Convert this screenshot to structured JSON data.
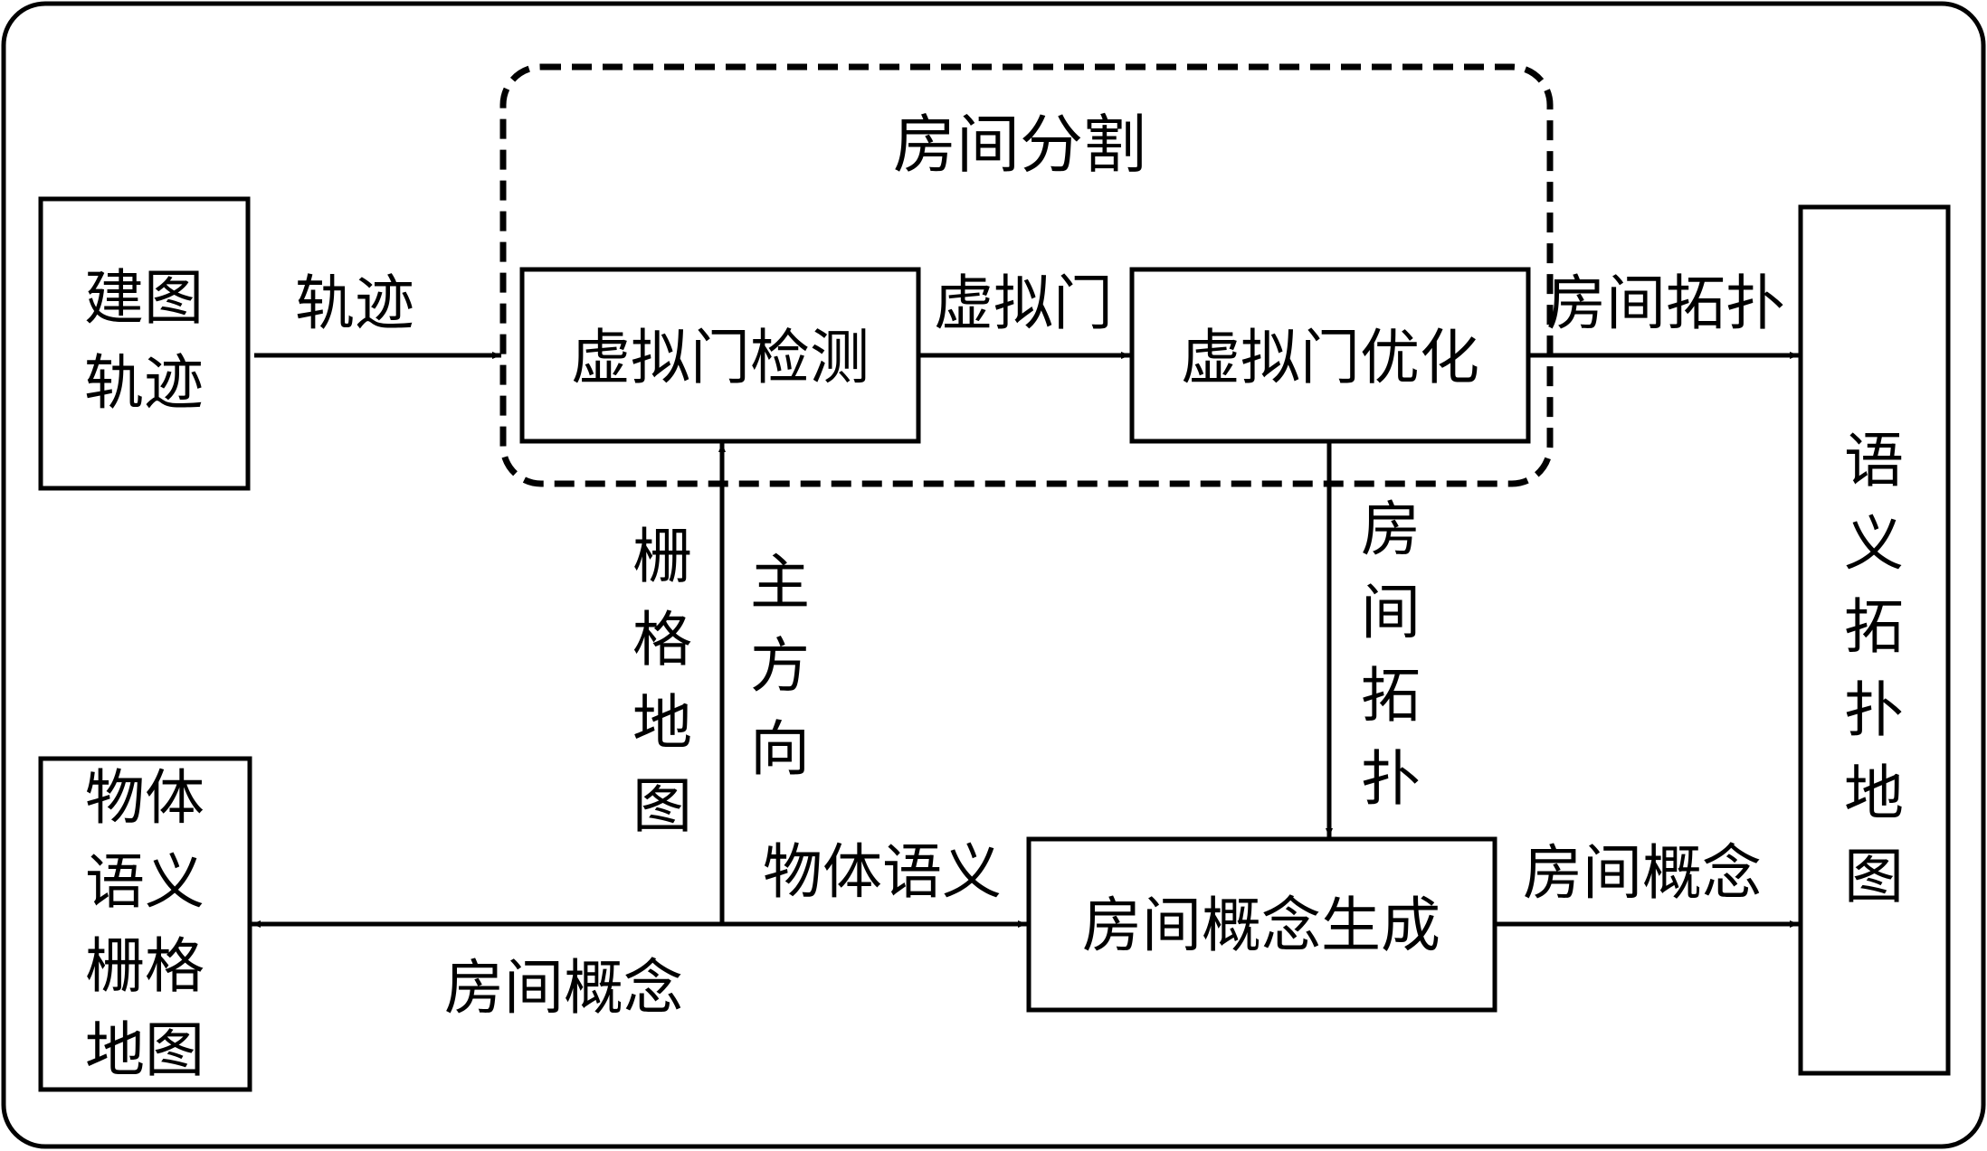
{
  "diagram": {
    "title": "房间分割",
    "nodes": {
      "mapping_trajectory": [
        "建图",
        "轨迹"
      ],
      "virtual_door_detection": "虚拟门检测",
      "virtual_door_optimization": "虚拟门优化",
      "semantic_topology_map": [
        "语",
        "义",
        "拓",
        "扑",
        "地",
        "图"
      ],
      "object_semantic_grid_map": [
        "物体",
        "语义",
        "栅格",
        "地图"
      ],
      "room_concept_generation": "房间概念生成"
    },
    "edges": {
      "trajectory": "轨迹",
      "virtual_door": "虚拟门",
      "room_topology_top": "房间拓扑",
      "grid_map": [
        "栅",
        "格",
        "地",
        "图"
      ],
      "main_direction": [
        "主",
        "方",
        "向"
      ],
      "room_topology_vertical": [
        "房",
        "间",
        "拓",
        "扑"
      ],
      "object_semantics": "物体语义",
      "room_concept_left": "房间概念",
      "room_concept_right": "房间概念"
    }
  }
}
